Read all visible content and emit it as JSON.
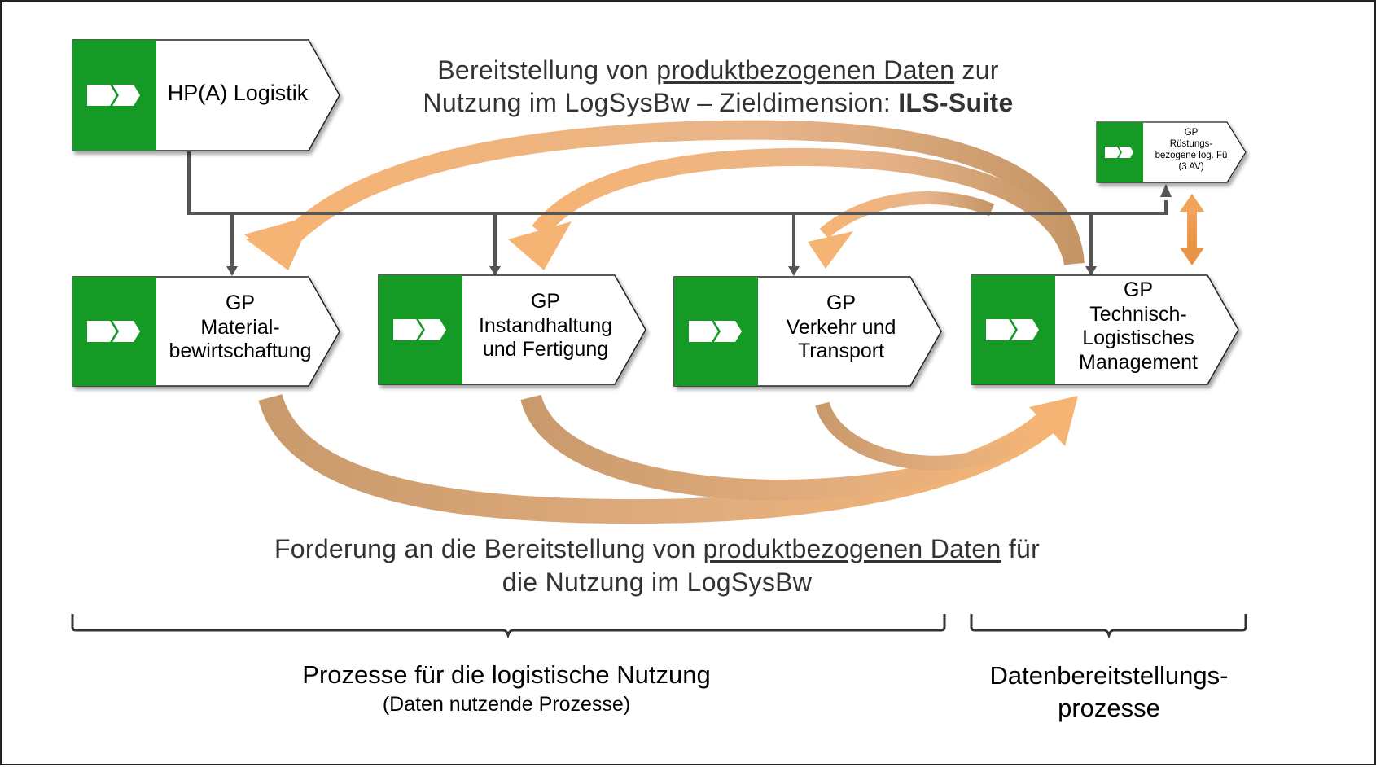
{
  "header": {
    "line1": {
      "pre": "Bereitstellung von ",
      "underlined": "produktbezogenen Daten",
      "post": " zur"
    },
    "line2": {
      "pre": "Nutzung im LogSysBw – Zieldimension: ",
      "bold": "ILS-Suite"
    }
  },
  "processes": {
    "hpa": {
      "label": "HP(A) Logistik"
    },
    "ruestung": {
      "lines": [
        "GP",
        "Rüstungs-",
        "bezogene log. Fü",
        "(3 AV)"
      ]
    },
    "material": {
      "lines": [
        "GP",
        "Material-",
        "bewirtschaftung"
      ]
    },
    "instandhaltung": {
      "lines": [
        "GP",
        "Instandhaltung",
        "und Fertigung"
      ]
    },
    "verkehr": {
      "lines": [
        "GP",
        "Verkehr und",
        "Transport"
      ]
    },
    "tlm": {
      "lines": [
        "GP",
        "Technisch-",
        "Logistisches",
        "Management"
      ]
    }
  },
  "footer": {
    "line1": {
      "pre": "Forderung an die Bereitstellung von ",
      "underlined": "produktbezogenen Daten",
      "post": " für"
    },
    "line2": "die Nutzung im LogSysBw"
  },
  "groups": {
    "left": {
      "title": "Prozesse für die logistische Nutzung",
      "subtitle": "(Daten nutzende Prozesse)"
    },
    "right": {
      "line1": "Datenbereitstellungs-",
      "line2": "prozesse"
    }
  },
  "colors": {
    "green": "#139a26",
    "arrow_orange": "#f2a35a",
    "arrow_tan": "#d0a070",
    "connector": "#555555"
  },
  "icons": {
    "process_chevron": "double-chevron-icon"
  }
}
